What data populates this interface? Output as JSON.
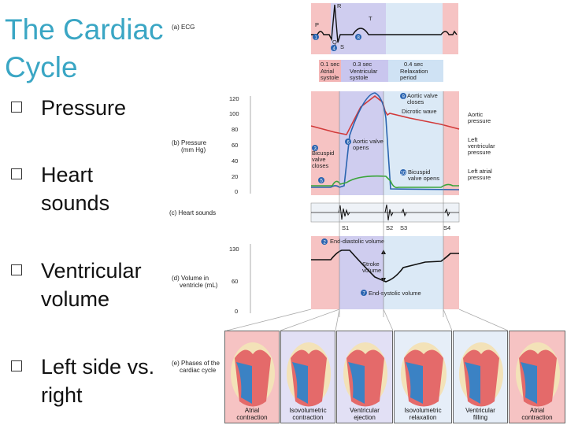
{
  "slide": {
    "title_line1": "The Cardiac",
    "title_line2": "Cycle",
    "bullets": [
      {
        "line1": "Pressure",
        "line2": ""
      },
      {
        "line1": "Heart",
        "line2": "sounds"
      },
      {
        "line1": "Ventricular",
        "line2": "volume"
      },
      {
        "line1": "Left side vs.",
        "line2": "right"
      }
    ]
  },
  "figure": {
    "panel_labels": {
      "ecg": "(a) ECG",
      "pressure_1": "(b) Pressure",
      "pressure_2": "(mm Hg)",
      "sounds": "(c) Heart sounds",
      "volume_1": "(d) Volume in",
      "volume_2": "ventricle (mL)",
      "phases_1": "(e) Phases of the",
      "phases_2": "cardiac cycle"
    },
    "ecg_waves": {
      "p": "P",
      "r": "R",
      "t": "T",
      "q": "Q",
      "s": "S"
    },
    "timing": [
      {
        "time": "0.1 sec",
        "l1": "Atrial",
        "l2": "systole"
      },
      {
        "time": "0.3 sec",
        "l1": "Ventricular",
        "l2": "systole"
      },
      {
        "time": "0.4 sec",
        "l1": "Relaxation",
        "l2": "period"
      }
    ],
    "pressure_ticks": [
      "120",
      "100",
      "80",
      "60",
      "40",
      "20",
      "0"
    ],
    "volume_ticks": [
      "130",
      "60",
      "0"
    ],
    "annotations": {
      "aortic_valve_closes_1": "Aortic valve",
      "aortic_valve_closes_2": "closes",
      "dicrotic_wave": "Dicrotic wave",
      "aortic_valve_opens_1": "Aortic valve",
      "aortic_valve_opens_2": "opens",
      "bicuspid_closes_1": "Bicuspid",
      "bicuspid_closes_2": "valve",
      "bicuspid_closes_3": "closes",
      "bicuspid_opens_1": "Bicuspid",
      "bicuspid_opens_2": "valve opens",
      "aortic_pressure_1": "Aortic",
      "aortic_pressure_2": "pressure",
      "lv_pressure_1": "Left",
      "lv_pressure_2": "ventricular",
      "lv_pressure_3": "pressure",
      "la_pressure_1": "Left atrial",
      "la_pressure_2": "pressure",
      "edv": "End-diastolic volume",
      "stroke_1": "Stroke",
      "stroke_2": "volume",
      "esv": "End-systolic volume"
    },
    "sounds": [
      "S1",
      "S2",
      "S3",
      "S4"
    ],
    "markers": [
      "1",
      "2",
      "3",
      "4",
      "5",
      "6",
      "7",
      "8",
      "9",
      "10"
    ],
    "phases": [
      {
        "l1": "Atrial",
        "l2": "contraction"
      },
      {
        "l1": "Isovolumetric",
        "l2": "contraction"
      },
      {
        "l1": "Ventricular",
        "l2": "ejection"
      },
      {
        "l1": "Isovolumetric",
        "l2": "relaxation"
      },
      {
        "l1": "Ventricular",
        "l2": "filling"
      },
      {
        "l1": "Atrial",
        "l2": "contraction"
      }
    ],
    "colors": {
      "title": "#3aa6c4",
      "atrial_band": "#f6c3c3",
      "systole_band": "#cfcdef",
      "diastole_band": "#dbe9f6",
      "aortic": "#d23a3a",
      "ventricle": "#2a64b0",
      "atrial_line": "#3aa53a",
      "marker": "#2a64b0"
    }
  }
}
